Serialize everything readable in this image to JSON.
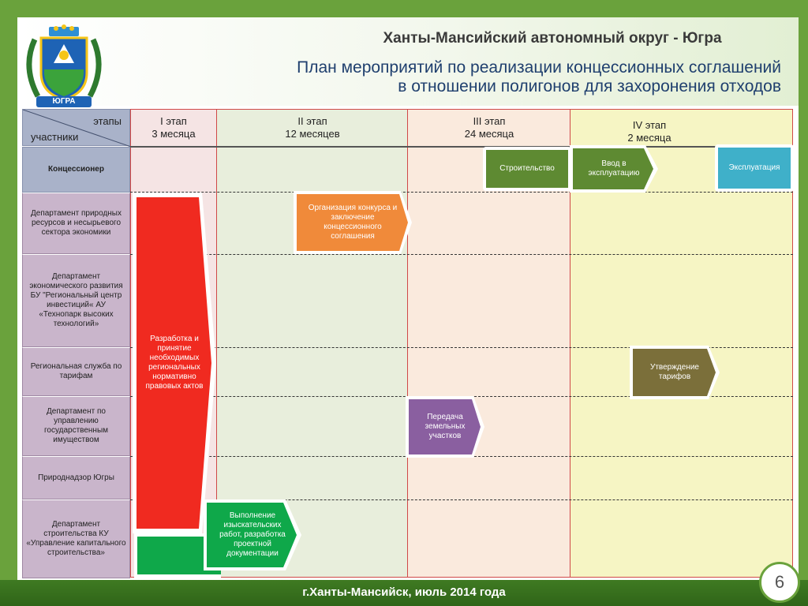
{
  "header": {
    "region_title": "Ханты-Мансийский автономный округ - Югра",
    "plan_title_line1": "План мероприятий по реализации концессионных соглашений",
    "plan_title_line2": "в отношении полигонов для захоронения отходов",
    "emblem_text": "ЮГРА"
  },
  "table": {
    "corner_top": "этапы",
    "corner_bottom": "участники",
    "stages": [
      {
        "name": "I этап",
        "duration": "3 месяца"
      },
      {
        "name": "II  этап",
        "duration": "12 месяцев"
      },
      {
        "name": "III  этап",
        "duration": "24 месяца"
      },
      {
        "name": "IV этап",
        "duration": "2 месяца"
      }
    ],
    "participants": [
      "Концессионер",
      "Департамент природных ресурсов и несырьевого сектора экономики",
      "Департамент экономического развития БУ \"Региональный центр инвестиций« АУ «Технопарк высоких технологий»",
      "Региональная служба по тарифам",
      "Департамент по управлению государственным имуществом",
      "Природнадзор Югры",
      "Департамент строительства КУ «Управление капитального строительства»"
    ]
  },
  "tasks": {
    "construction": "Строительство",
    "commissioning": "Ввод в эксплуатацию",
    "operation": "Эксплуатация",
    "competition": "Организация конкурса и заключение концессионного соглашения",
    "legal_acts": "Разработка и принятие необходимых региональных нормативно правовых актов",
    "tariffs": "Утверждение тарифов",
    "land_transfer": "Передача земельных участков",
    "survey": "Выполнение изыскательских работ, разработка проектной документации"
  },
  "footer": {
    "city_date": "г.Ханты-Мансийск, июль 2014 года",
    "page_number": "6"
  },
  "colors": {
    "frame_green": "#6aa23c",
    "task_green_dark": "#5e8a32",
    "task_orange": "#f08a3a",
    "task_red": "#f02a20",
    "task_teal": "#3fb0c9",
    "task_olive": "#7b6f3a",
    "task_purple": "#8a5fa0",
    "task_bright_green": "#0fa84a"
  }
}
